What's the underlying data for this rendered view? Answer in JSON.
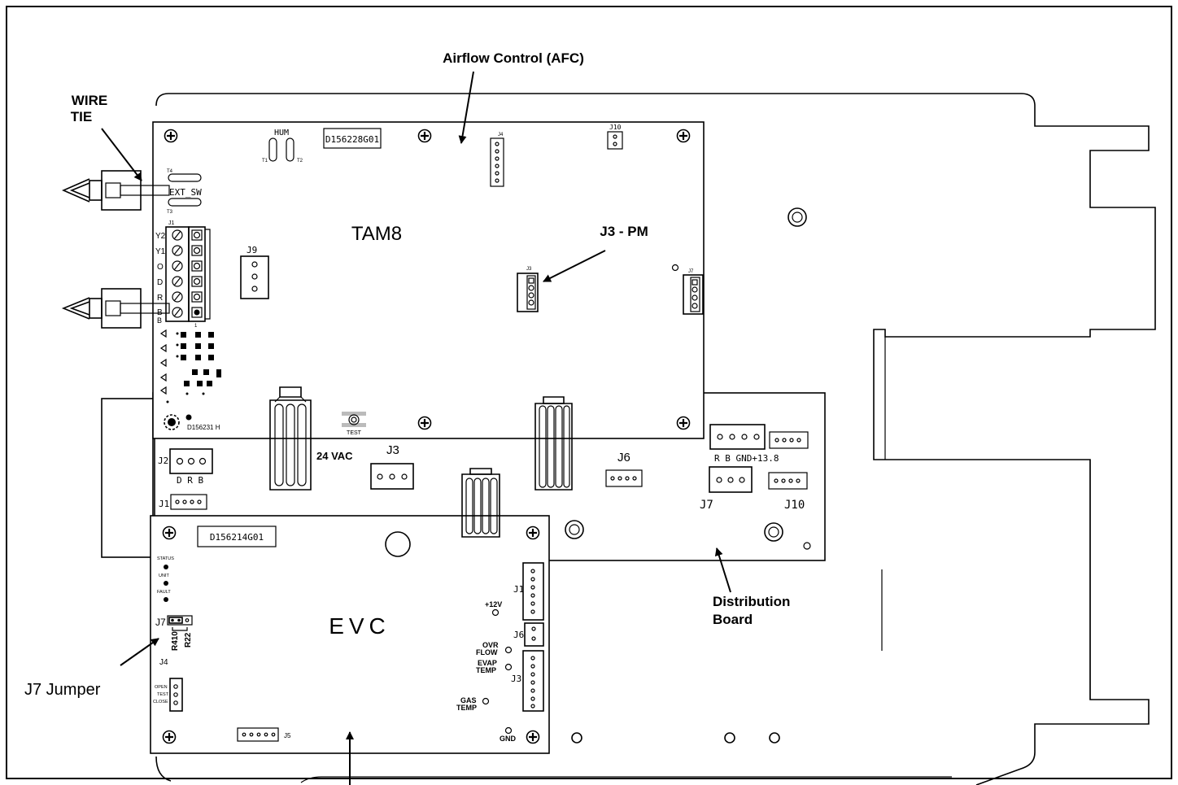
{
  "callouts": {
    "afc": "Airflow Control (AFC)",
    "wire_tie_1": "WIRE",
    "wire_tie_2": "TIE",
    "j3_pm": "J3 - PM",
    "distribution_1": "Distribution",
    "distribution_2": "Board",
    "j7_jumper": "J7 Jumper"
  },
  "tam8": {
    "name": "TAM8",
    "part": "D156228G01",
    "part2": "D156231 H",
    "hum": "HUM",
    "t1": "T1",
    "t2": "T2",
    "t3": "T3",
    "t4": "T4",
    "ext_sw": "EXT_SW",
    "j1": "J1",
    "j1_terms": [
      "Y2",
      "Y1",
      "O",
      "D",
      "R",
      "B",
      "B"
    ],
    "j1_pin": "1",
    "j9": "J9",
    "j3": "J3",
    "j4": "J4",
    "j7": "J7",
    "j10": "J10",
    "test": "TEST"
  },
  "distribution_board": {
    "j2": "J2",
    "j2_pins": "D R B",
    "j1": "J1",
    "vac": "24 VAC",
    "j3": "J3",
    "j6": "J6",
    "j7": "J7",
    "j7_pins": "R B GND+13.8",
    "j10": "J10"
  },
  "evc": {
    "name": "EVC",
    "part": "D156214G01",
    "status": "STATUS",
    "unit": "UNIT",
    "fault": "FAULT",
    "j7": "J7",
    "r410": "R410",
    "r22": "R22",
    "j4": "J4",
    "j4_open": "OPEN",
    "j4_test": "TEST",
    "j4_close": "CLOSE",
    "j5": "J5",
    "j1": "J1",
    "j6": "J6",
    "j3": "J3",
    "plus12v": "+12V",
    "ovr_1": "OVR",
    "ovr_2": "FLOW",
    "evap_1": "EVAP",
    "evap_2": "TEMP",
    "gas_1": "GAS",
    "gas_2": "TEMP",
    "gnd": "GND"
  }
}
